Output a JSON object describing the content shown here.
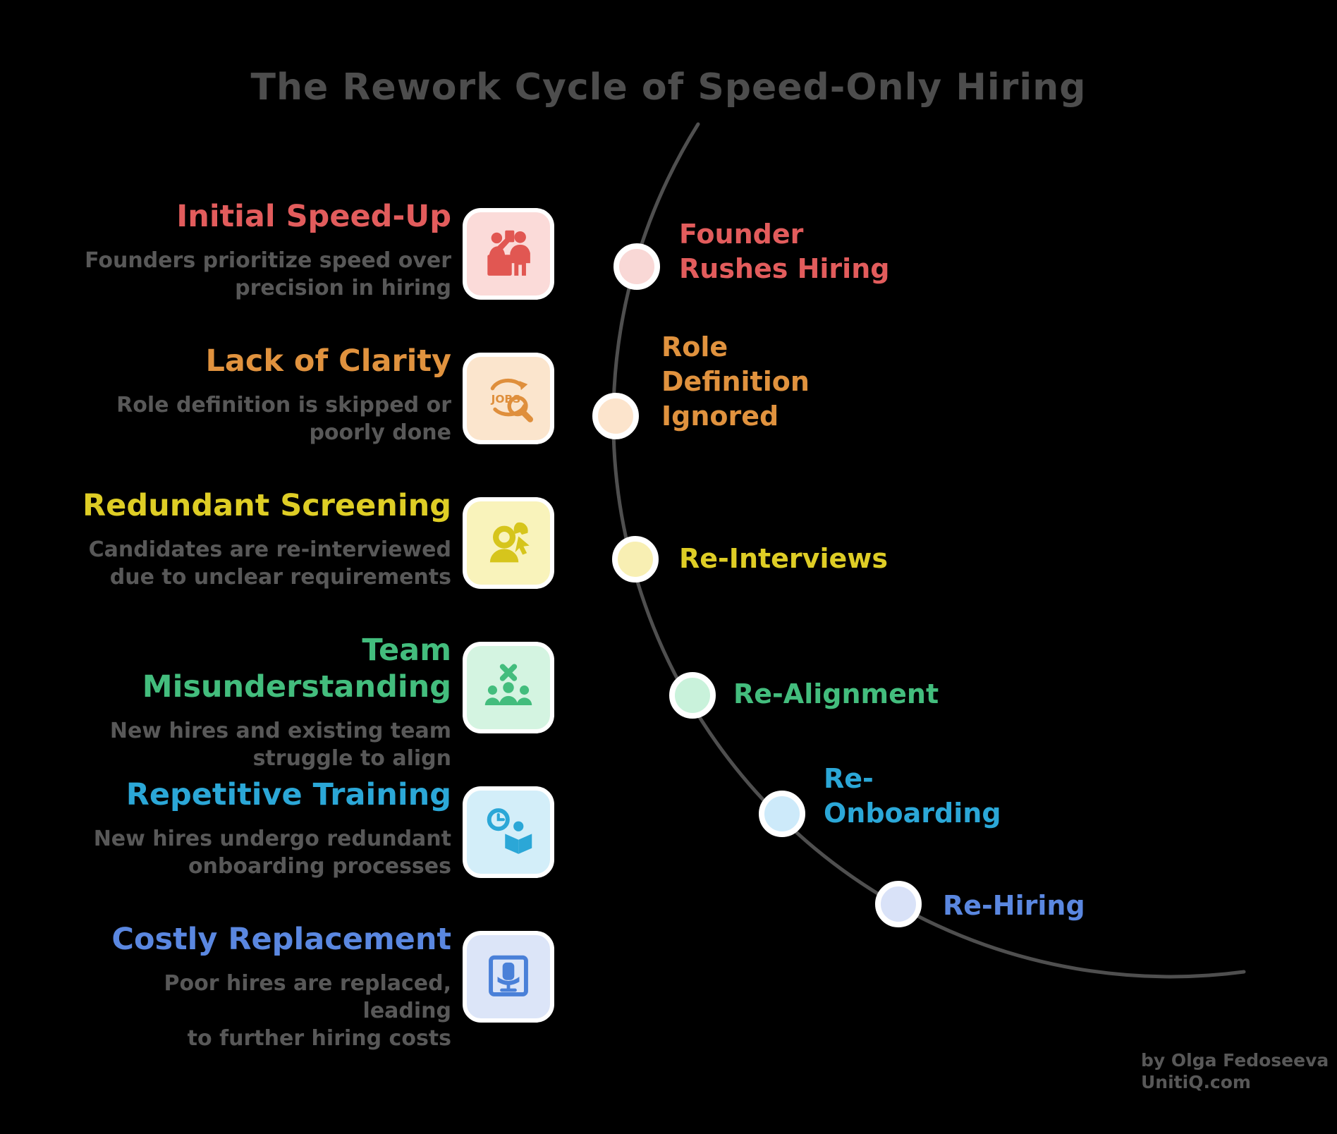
{
  "title": "The Rework Cycle of Speed-Only Hiring",
  "colors": {
    "background": "#000000",
    "title": "#4d4d4d",
    "description_text": "#585858",
    "arc": "#4f4f4f",
    "dot_ring": "#ffffff"
  },
  "sections": [
    {
      "title": "Initial Speed-Up",
      "desc": [
        "Founders prioritize speed over",
        "precision in hiring"
      ],
      "color": "#e25c5c",
      "box_bg": "#fbdbd9",
      "icon_color": "#e15752",
      "icon": "reception-desk-icon"
    },
    {
      "title": "Lack of Clarity",
      "desc": [
        "Role definition is skipped or",
        "poorly done"
      ],
      "color": "#e0923e",
      "box_bg": "#fbe5cd",
      "icon_color": "#df8f3c",
      "icon": "jobs-search-icon"
    },
    {
      "title": "Redundant Screening",
      "desc": [
        "Candidates are re-interviewed",
        "due to unclear requirements"
      ],
      "color": "#decd25",
      "box_bg": "#f9f3bb",
      "icon_color": "#d6c51c",
      "icon": "candidate-cursor-icon"
    },
    {
      "title": "Team Misunderstanding",
      "desc": [
        "New hires and existing team",
        "struggle to align"
      ],
      "color": "#43bd7d",
      "box_bg": "#d4f4e1",
      "icon_color": "#43bd7d",
      "icon": "team-x-icon"
    },
    {
      "title": "Repetitive Training",
      "desc": [
        "New hires undergo redundant",
        "onboarding processes"
      ],
      "color": "#2ba7d7",
      "box_bg": "#d3eef9",
      "icon_color": "#2ba7d7",
      "icon": "training-clock-icon"
    },
    {
      "title": "Costly Replacement",
      "desc": [
        "Poor hires are replaced, leading",
        "to further hiring costs"
      ],
      "color": "#5a87e0",
      "box_bg": "#dce5f8",
      "icon_color": "#4a80d8",
      "icon": "office-chair-icon"
    }
  ],
  "milestones": [
    {
      "lines": [
        "Founder",
        "Rushes Hiring"
      ],
      "color": "#e25c5c",
      "dot_bg": "#f9d8d6"
    },
    {
      "lines": [
        "Role",
        "Definition",
        "Ignored"
      ],
      "color": "#e0923e",
      "dot_bg": "#fce4cc"
    },
    {
      "lines": [
        "Re-Interviews"
      ],
      "color": "#decd25",
      "dot_bg": "#f8efb3"
    },
    {
      "lines": [
        "Re-Alignment"
      ],
      "color": "#43bd7d",
      "dot_bg": "#c9f2db"
    },
    {
      "lines": [
        "Re-",
        "Onboarding"
      ],
      "color": "#2ba7d7",
      "dot_bg": "#cdeafa"
    },
    {
      "lines": [
        "Re-Hiring"
      ],
      "color": "#5a87e0",
      "dot_bg": "#d9e2f8"
    }
  ],
  "credit": {
    "line1": "by Olga Fedoseeva",
    "line2": "UnitiQ.com"
  }
}
